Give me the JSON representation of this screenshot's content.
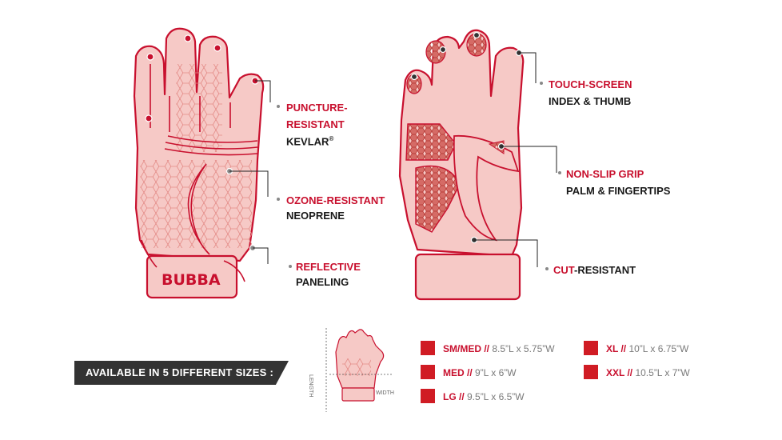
{
  "features": {
    "puncture": {
      "red1": "PUNCTURE-",
      "red2": "RESISTANT",
      "black": "KEVLAR",
      "mark": "®"
    },
    "ozone": {
      "red": "OZONE-RESISTANT",
      "black": "NEOPRENE"
    },
    "reflective": {
      "red": "REFLECTIVE",
      "black": "PANELING"
    },
    "touch": {
      "red": "TOUCH-SCREEN",
      "black": "INDEX & THUMB"
    },
    "grip": {
      "red": "NON-SLIP GRIP",
      "black": "PALM & FINGERTIPS"
    },
    "cut": {
      "red": "CUT",
      "black": "-RESISTANT"
    }
  },
  "logo": "BUBBA",
  "sizes_banner": "AVAILABLE IN 5 DIFFERENT SIZES :",
  "diagram_labels": {
    "length": "LENGTH",
    "width": "WIDTH"
  },
  "sizes": [
    {
      "name": "SM/MED //",
      "dims": " 8.5”L x 5.75”W"
    },
    {
      "name": "MED //",
      "dims": " 9”L x 6”W"
    },
    {
      "name": "LG //",
      "dims": " 9.5”L x 6.5”W"
    },
    {
      "name": "XL //",
      "dims": " 10”L x 6.75”W"
    },
    {
      "name": "XXL //",
      "dims": " 10.5”L x 7”W"
    }
  ],
  "colors": {
    "accent": "#c8102e",
    "glove_fill": "#f6c9c6",
    "banner": "#333333"
  }
}
